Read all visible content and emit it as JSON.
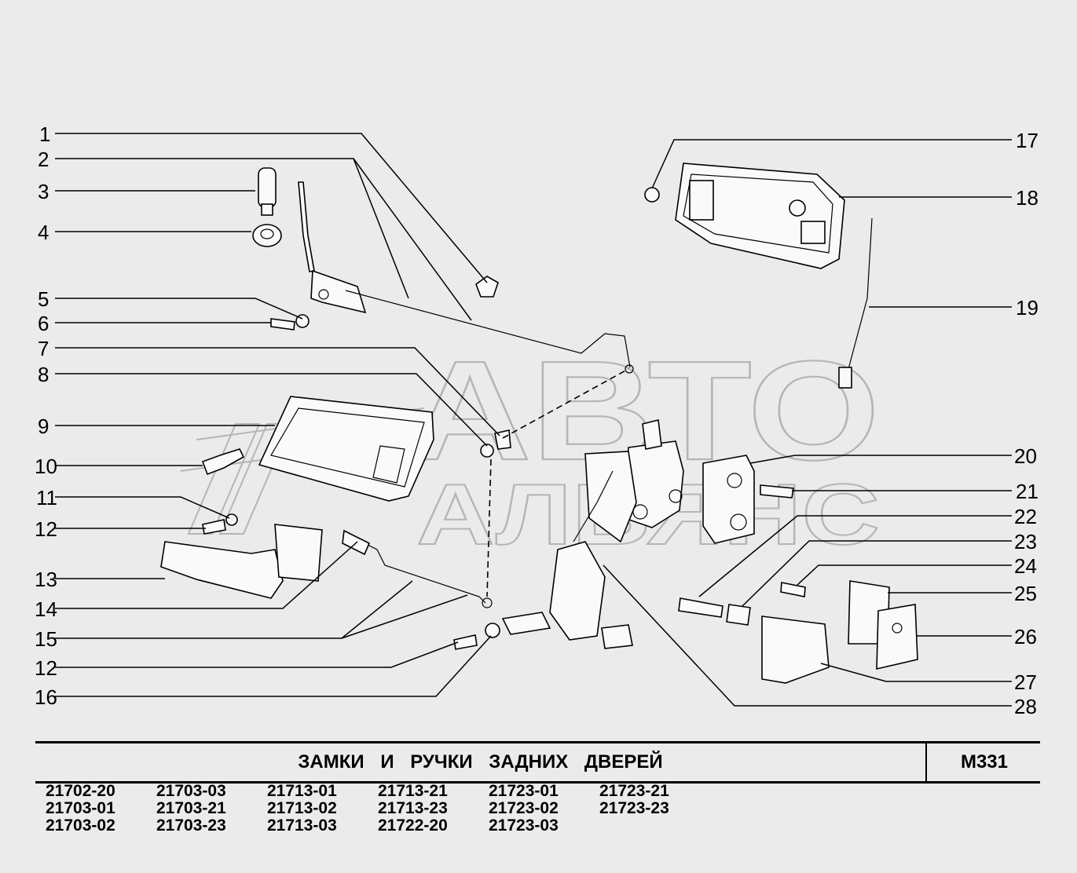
{
  "callouts_left": [
    "1",
    "2",
    "3",
    "4",
    "5",
    "6",
    "7",
    "8",
    "9",
    "10",
    "11",
    "12",
    "13",
    "14",
    "15",
    "12",
    "16"
  ],
  "callouts_right": [
    "17",
    "18",
    "19",
    "20",
    "21",
    "22",
    "23",
    "24",
    "25",
    "26",
    "27",
    "28"
  ],
  "watermark": {
    "line1": "АВТО",
    "line2": "АЛЬЯНС"
  },
  "footer": {
    "title": "ЗАМКИ И РУЧКИ ЗАДНИХ ДВЕРЕЙ",
    "code": "М331"
  },
  "models": [
    "21702-20",
    "21703-03",
    "21713-01",
    "21713-21",
    "21723-01",
    "21723-21",
    "21703-01",
    "21703-21",
    "21713-02",
    "21713-23",
    "21723-02",
    "21723-23",
    "21703-02",
    "21703-23",
    "21713-03",
    "21722-20",
    "21723-03"
  ]
}
